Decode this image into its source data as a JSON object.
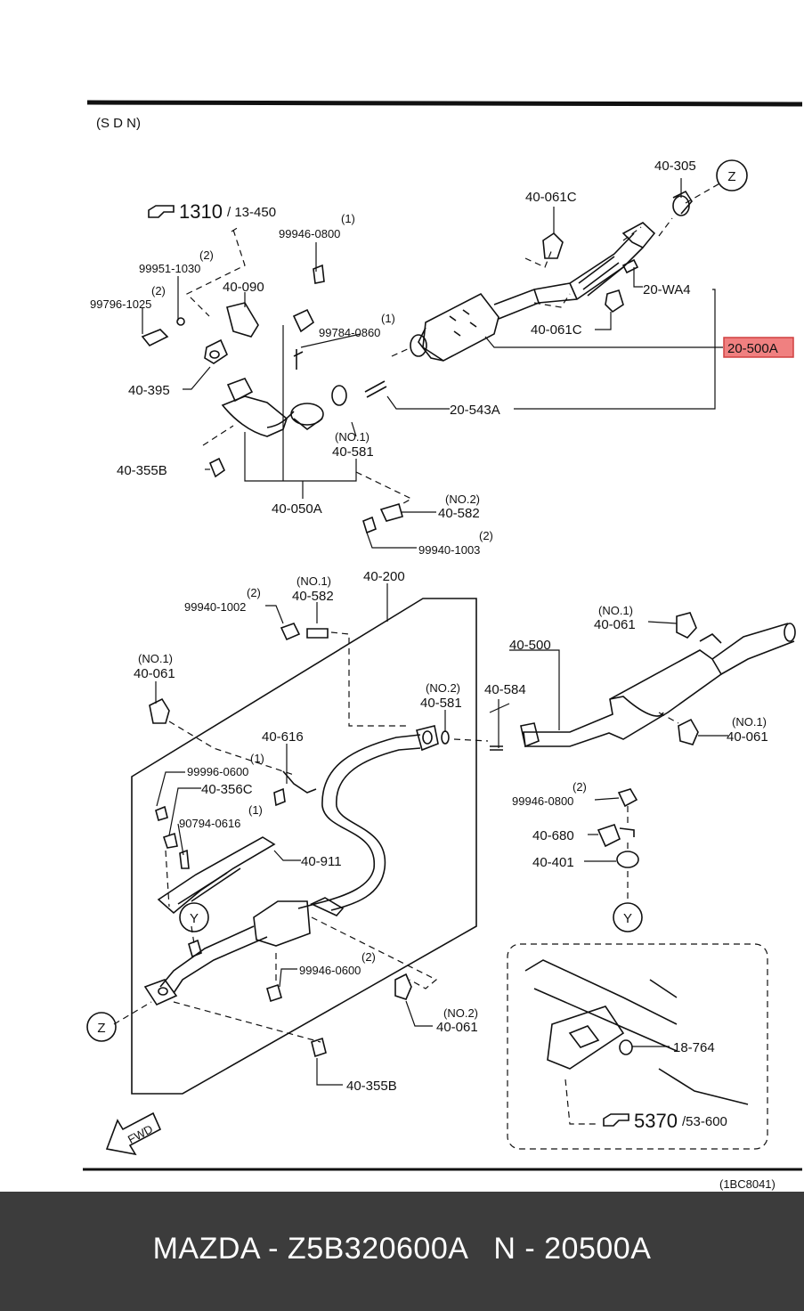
{
  "section_label": "(S D N)",
  "diagram_code": "(1BC8041)",
  "footer": {
    "text": "MAZDA - Z5B320600A   N - 20500A"
  },
  "references": [
    {
      "id": "ref-1310",
      "main": "1310",
      "sub": "/ 13-450"
    },
    {
      "id": "ref-5370",
      "main": "5370",
      "sub": "/53-600"
    }
  ],
  "circle_markers": [
    "Z",
    "Z",
    "Y",
    "Y"
  ],
  "fwd_label": "FWD",
  "highlight": {
    "part": "20-500A",
    "color": "#f08080"
  },
  "labels": [
    {
      "id": "p-40-305",
      "text": "40-305"
    },
    {
      "id": "p-40-061C-top",
      "text": "40-061C"
    },
    {
      "id": "p-20-WA4",
      "text": "20-WA4"
    },
    {
      "id": "p-40-061C-mid",
      "text": "40-061C"
    },
    {
      "id": "p-20-500A",
      "text": "20-500A"
    },
    {
      "id": "p-20-543A",
      "text": "20-543A"
    },
    {
      "id": "q-99946-0800-top",
      "text": "(1)"
    },
    {
      "id": "p-99946-0800-top",
      "text": "99946-0800"
    },
    {
      "id": "q-99951-1030",
      "text": "(2)"
    },
    {
      "id": "p-99951-1030",
      "text": "99951-1030"
    },
    {
      "id": "q-99796-1025",
      "text": "(2)"
    },
    {
      "id": "p-99796-1025",
      "text": "99796-1025"
    },
    {
      "id": "p-40-090",
      "text": "40-090"
    },
    {
      "id": "q-99784-0860",
      "text": "(1)"
    },
    {
      "id": "p-99784-0860",
      "text": "99784-0860"
    },
    {
      "id": "p-40-395",
      "text": "40-395"
    },
    {
      "id": "n-40-581-top",
      "text": "(NO.1)"
    },
    {
      "id": "p-40-581-top",
      "text": "40-581"
    },
    {
      "id": "p-40-355B-top",
      "text": "40-355B"
    },
    {
      "id": "p-40-050A",
      "text": "40-050A"
    },
    {
      "id": "n-40-582-top",
      "text": "(NO.2)"
    },
    {
      "id": "p-40-582-top",
      "text": "40-582"
    },
    {
      "id": "q-99940-1003",
      "text": "(2)"
    },
    {
      "id": "p-99940-1003",
      "text": "99940-1003"
    },
    {
      "id": "q-99940-1002",
      "text": "(2)"
    },
    {
      "id": "p-99940-1002",
      "text": "99940-1002"
    },
    {
      "id": "n-40-582-mid",
      "text": "(NO.1)"
    },
    {
      "id": "p-40-582-mid",
      "text": "40-582"
    },
    {
      "id": "p-40-200",
      "text": "40-200"
    },
    {
      "id": "n-40-061-left",
      "text": "(NO.1)"
    },
    {
      "id": "p-40-061-left",
      "text": "40-061"
    },
    {
      "id": "n-40-061-rtop",
      "text": "(NO.1)"
    },
    {
      "id": "p-40-061-rtop",
      "text": "40-061"
    },
    {
      "id": "p-40-500",
      "text": "40-500"
    },
    {
      "id": "p-40-584",
      "text": "40-584"
    },
    {
      "id": "n-40-581-mid",
      "text": "(NO.2)"
    },
    {
      "id": "p-40-581-mid",
      "text": "40-581"
    },
    {
      "id": "n-40-061-rmid",
      "text": "(NO.1)"
    },
    {
      "id": "p-40-061-rmid",
      "text": "40-061"
    },
    {
      "id": "p-40-616",
      "text": "40-616"
    },
    {
      "id": "q-99996-0600",
      "text": "(1)"
    },
    {
      "id": "p-99996-0600",
      "text": "99996-0600"
    },
    {
      "id": "p-40-356C",
      "text": "40-356C"
    },
    {
      "id": "q-90794-0616",
      "text": "(1)"
    },
    {
      "id": "p-90794-0616",
      "text": "90794-0616"
    },
    {
      "id": "p-40-911",
      "text": "40-911"
    },
    {
      "id": "q-99946-0800-right",
      "text": "(2)"
    },
    {
      "id": "p-99946-0800-right",
      "text": "99946-0800"
    },
    {
      "id": "p-40-680",
      "text": "40-680"
    },
    {
      "id": "p-40-401",
      "text": "40-401"
    },
    {
      "id": "q-99946-0600",
      "text": "(2)"
    },
    {
      "id": "p-99946-0600",
      "text": "99946-0600"
    },
    {
      "id": "n-40-061-bottom",
      "text": "(NO.2)"
    },
    {
      "id": "p-40-061-bottom",
      "text": "40-061"
    },
    {
      "id": "p-40-355B-bottom",
      "text": "40-355B"
    },
    {
      "id": "p-18-764",
      "text": "18-764"
    }
  ]
}
